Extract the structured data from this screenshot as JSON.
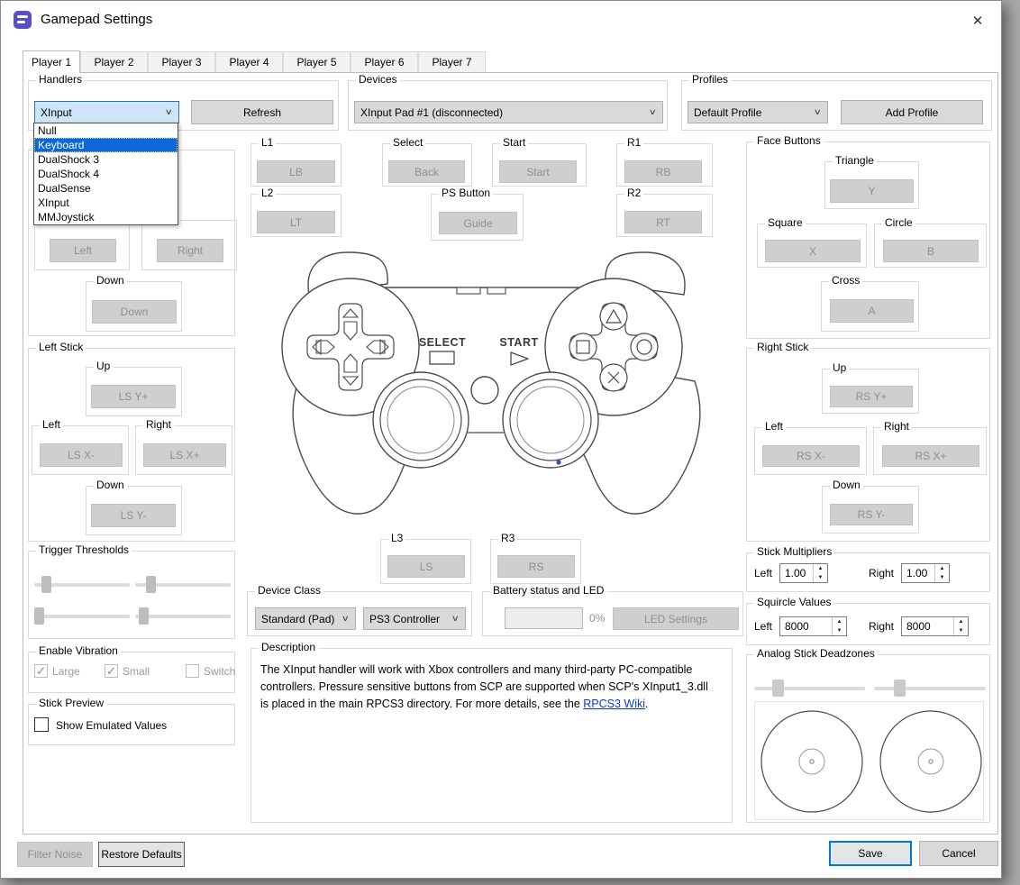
{
  "window": {
    "title": "Gamepad Settings"
  },
  "icons": {
    "close": "✕",
    "chevron_down": "∨",
    "check": "✓",
    "spin_up": "▲",
    "spin_down": "▼"
  },
  "tabs": {
    "selected_index": 0,
    "items": [
      "Player 1",
      "Player 2",
      "Player 3",
      "Player 4",
      "Player 5",
      "Player 6",
      "Player 7"
    ]
  },
  "handlers": {
    "title": "Handlers",
    "selected": "XInput",
    "refresh_label": "Refresh",
    "dropdown": {
      "highlighted": "Keyboard",
      "options": [
        "Null",
        "Keyboard",
        "DualShock 3",
        "DualShock 4",
        "DualSense",
        "XInput",
        "MMJoystick"
      ]
    }
  },
  "devices": {
    "title": "Devices",
    "selected": "XInput Pad #1 (disconnected)"
  },
  "profiles": {
    "title": "Profiles",
    "selected": "Default Profile",
    "add_label": "Add Profile"
  },
  "dpad": {
    "left": {
      "title": "Left",
      "button": "Left"
    },
    "right": {
      "title": "Right",
      "button": "Right"
    },
    "down": {
      "title": "Down",
      "button": "Down"
    }
  },
  "left_stick": {
    "title": "Left Stick",
    "up": {
      "title": "Up",
      "button": "LS Y+"
    },
    "left": {
      "title": "Left",
      "button": "LS X-"
    },
    "right": {
      "title": "Right",
      "button": "LS X+"
    },
    "down": {
      "title": "Down",
      "button": "LS Y-"
    }
  },
  "trigger_thresholds": {
    "title": "Trigger Thresholds",
    "slider_positions_pct": [
      15,
      16,
      0,
      5
    ]
  },
  "vibration": {
    "title": "Enable Vibration",
    "options": [
      {
        "label": "Large",
        "checked": true,
        "enabled": false
      },
      {
        "label": "Small",
        "checked": true,
        "enabled": false
      },
      {
        "label": "Switch",
        "checked": false,
        "enabled": false
      }
    ]
  },
  "stick_preview": {
    "title": "Stick Preview",
    "checkbox_label": "Show Emulated Values",
    "checked": false
  },
  "shoulders": {
    "l1": {
      "title": "L1",
      "button": "LB"
    },
    "l2": {
      "title": "L2",
      "button": "LT"
    },
    "select": {
      "title": "Select",
      "button": "Back"
    },
    "start": {
      "title": "Start",
      "button": "Start"
    },
    "ps": {
      "title": "PS Button",
      "button": "Guide"
    },
    "r1": {
      "title": "R1",
      "button": "RB"
    },
    "r2": {
      "title": "R2",
      "button": "RT"
    },
    "l3": {
      "title": "L3",
      "button": "LS"
    },
    "r3": {
      "title": "R3",
      "button": "RS"
    }
  },
  "controller": {
    "select_label": "SELECT",
    "start_label": "START"
  },
  "device_class": {
    "title": "Device Class",
    "class_selected": "Standard (Pad)",
    "type_selected": "PS3 Controller"
  },
  "battery": {
    "title": "Battery status and LED",
    "percent_label": "0%",
    "progress_value": 0,
    "led_button": "LED Settings"
  },
  "description": {
    "title": "Description",
    "text_before_link": "The XInput handler will work with Xbox controllers and many third-party PC-compatible controllers. Pressure sensitive buttons from SCP are supported when SCP's XInput1_3.dll is placed in the main RPCS3 directory. For more details, see the ",
    "link_text": "RPCS3 Wiki",
    "text_after_link": "."
  },
  "face_buttons": {
    "title": "Face Buttons",
    "triangle": {
      "title": "Triangle",
      "button": "Y"
    },
    "square": {
      "title": "Square",
      "button": "X"
    },
    "circle": {
      "title": "Circle",
      "button": "B"
    },
    "cross": {
      "title": "Cross",
      "button": "A"
    }
  },
  "right_stick": {
    "title": "Right Stick",
    "up": {
      "title": "Up",
      "button": "RS Y+"
    },
    "left": {
      "title": "Left",
      "button": "RS X-"
    },
    "right": {
      "title": "Right",
      "button": "RS X+"
    },
    "down": {
      "title": "Down",
      "button": "RS Y-"
    }
  },
  "stick_multipliers": {
    "title": "Stick Multipliers",
    "left_label": "Left",
    "left_value": "1.00",
    "right_label": "Right",
    "right_value": "1.00"
  },
  "squircle_values": {
    "title": "Squircle Values",
    "left_label": "Left",
    "left_value": "8000",
    "right_label": "Right",
    "right_value": "8000"
  },
  "deadzones": {
    "title": "Analog Stick Deadzones",
    "left_slider_pct": 18,
    "right_slider_pct": 20
  },
  "footer": {
    "filter_noise": "Filter Noise",
    "restore_defaults": "Restore Defaults",
    "save": "Save",
    "cancel": "Cancel"
  },
  "colors": {
    "accent_blue": "#0078d7",
    "selection_blue": "#0c67d8",
    "link_blue": "#0b39c9",
    "icon_purple": "#5b4cc8"
  }
}
